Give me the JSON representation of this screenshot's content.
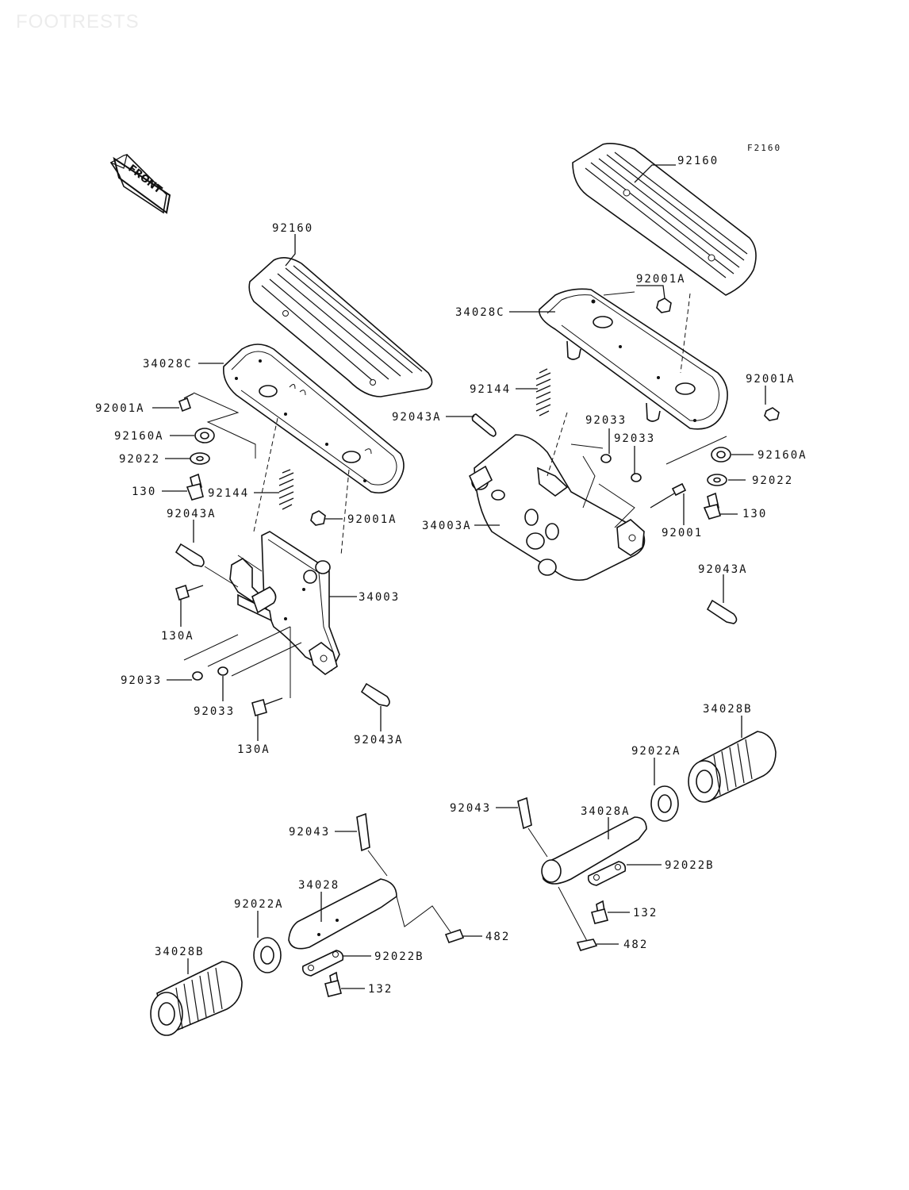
{
  "title": "FOOTRESTS",
  "figure_code": "F2160",
  "front_arrow_label": "FRONT",
  "labels": {
    "rboard": "92160",
    "rnut": "92001A",
    "rbase": "34028C",
    "rspring": "92144",
    "rnut2": "92001A",
    "rpinA": "92043A",
    "rclip1": "92033",
    "rclip2": "92033",
    "rbush": "92160A",
    "rbracket": "34003A",
    "rwasher": "92022",
    "rbolt130": "130",
    "rbolt": "92001",
    "rpinA2": "92043A",
    "lboard": "92160",
    "lbase": "34028C",
    "lnut": "92001A",
    "lbush": "92160A",
    "lwasher": "92022",
    "lbolt130": "130",
    "lspring": "92144",
    "lnut2": "92001A",
    "lpinA": "92043A",
    "lbracket": "34003",
    "lbolt130A": "130A",
    "lclip1": "92033",
    "lclip2": "92033",
    "lbolt130A2": "130A",
    "lpinA2": "92043A",
    "rrubber": "34028B",
    "rwasherA": "92022A",
    "rpin": "92043",
    "rpeg": "34028A",
    "rwasherB": "92022B",
    "rbolt132": "132",
    "rclip482": "482",
    "lpin": "92043",
    "lpeg": "34028",
    "lwasherA": "92022A",
    "lwasherB": "92022B",
    "lclip482": "482",
    "lrubber": "34028B",
    "lbolt132": "132"
  }
}
